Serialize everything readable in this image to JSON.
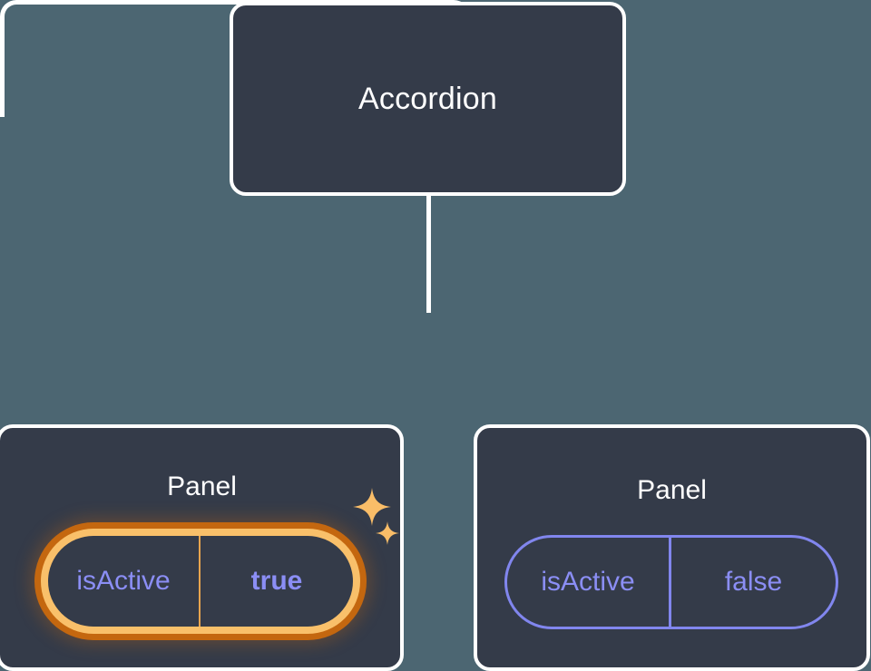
{
  "canvas": {
    "background_color": "#4c6672",
    "node_fill_color": "#343b49",
    "node_border_color": "#ffffff",
    "edge_color": "#ffffff"
  },
  "tree": {
    "root": {
      "title": "Accordion"
    },
    "children": [
      {
        "title": "Panel",
        "highlighted": true,
        "prop": {
          "key": "isActive",
          "value": "true",
          "value_bold": true
        },
        "highlight": {
          "outer_ring_color": "#c4670f",
          "inner_ring_color": "#f9c06a",
          "divider_color": "#e8a54e",
          "text_color": "#8b8ef5",
          "sparkle_color": "#f9bköö"
        }
      },
      {
        "title": "Panel",
        "highlighted": false,
        "prop": {
          "key": "isActive",
          "value": "false",
          "value_bold": false
        },
        "outline_color": "#8186ee",
        "text_color": "#8b8ef5"
      }
    ]
  },
  "decorations": {
    "sparkle_large": "sparkle-icon",
    "sparkle_small": "sparkle-icon",
    "sparkle_color": "#f9bd68"
  }
}
